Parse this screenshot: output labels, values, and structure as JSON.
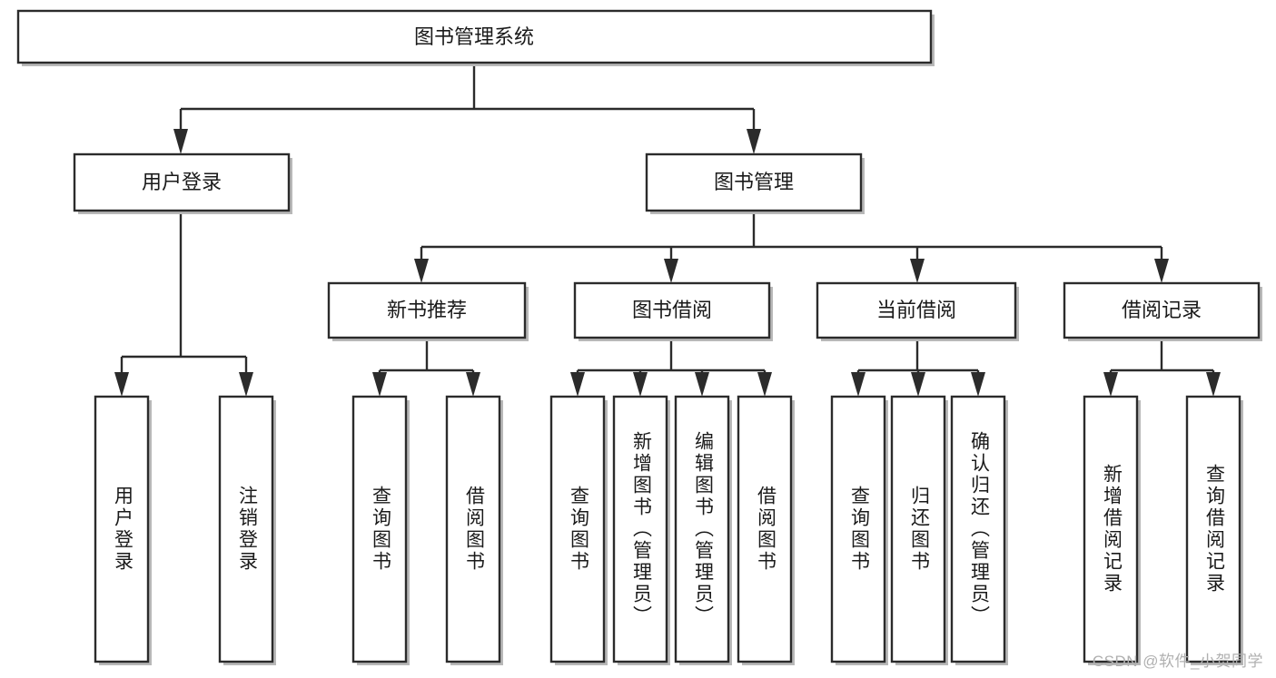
{
  "diagram": {
    "title": "图书管理系统",
    "type": "tree-hierarchy",
    "colors": {
      "box_stroke": "#2b2b2b",
      "box_fill": "#ffffff",
      "shadow": "#b8b8b8",
      "text": "#1a1a1a",
      "watermark": "#b0b0b0",
      "background": "#ffffff"
    },
    "root": {
      "label": "图书管理系统"
    },
    "level2": [
      {
        "label": "用户登录"
      },
      {
        "label": "图书管理"
      }
    ],
    "level3": [
      {
        "label": "新书推荐"
      },
      {
        "label": "图书借阅"
      },
      {
        "label": "当前借阅"
      },
      {
        "label": "借阅记录"
      }
    ],
    "leaves": {
      "user_login": [
        {
          "label": "用户登录"
        },
        {
          "label": "注销登录"
        }
      ],
      "new_book_recommend": [
        {
          "label": "查询图书"
        },
        {
          "label": "借阅图书"
        }
      ],
      "book_borrow": [
        {
          "label": "查询图书"
        },
        {
          "label": "新增图书（管理员）"
        },
        {
          "label": "编辑图书（管理员）"
        },
        {
          "label": "借阅图书"
        }
      ],
      "current_borrow": [
        {
          "label": "查询图书"
        },
        {
          "label": "归还图书"
        },
        {
          "label": "确认归还（管理员）"
        }
      ],
      "borrow_record": [
        {
          "label": "新增借阅记录"
        },
        {
          "label": "查询借阅记录"
        }
      ]
    }
  },
  "watermark": {
    "text": "CSDN @软件_小贺同学"
  }
}
